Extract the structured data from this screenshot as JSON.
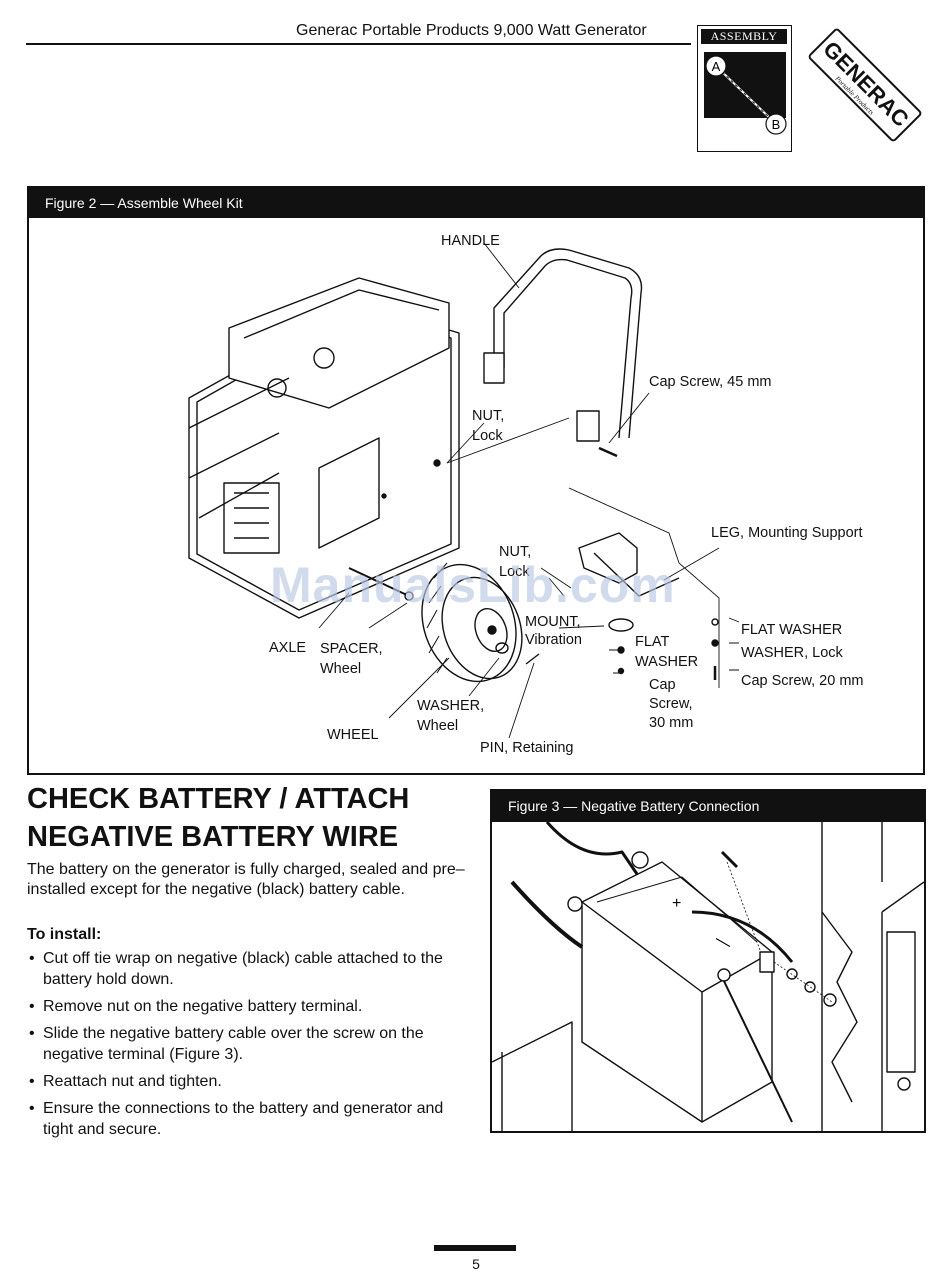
{
  "header": {
    "title": "Generac Portable Products 9,000 Watt Generator",
    "assembly_label": "ASSEMBLY",
    "assembly_a": "A",
    "assembly_b": "B",
    "logo_text": "GENERAC",
    "logo_subtext": "Portable Products"
  },
  "figure2": {
    "caption": "Figure 2 — Assemble Wheel Kit",
    "labels": {
      "handle": "HANDLE",
      "cap_screw_45": "Cap Screw, 45 mm",
      "nut_lock_1a": "NUT,",
      "nut_lock_1b": "Lock",
      "leg_mounting": "LEG, Mounting Support",
      "nut_lock_2a": "NUT,",
      "nut_lock_2b": "Lock",
      "mount_a": "MOUNT,",
      "mount_b": "Vibration",
      "flat_1": "FLAT",
      "washer_1": "WASHER",
      "cap_1": "Cap",
      "screw_1": "Screw,",
      "mm30": "30 mm",
      "flat_washer": "FLAT WASHER",
      "washer_lock": "WASHER, Lock",
      "cap_screw_20": "Cap Screw, 20 mm",
      "axle": "AXLE",
      "spacer_a": "SPACER,",
      "spacer_b": "Wheel",
      "washer_a": "WASHER,",
      "washer_b": "Wheel",
      "wheel": "WHEEL",
      "pin": "PIN, Retaining"
    }
  },
  "watermark": "ManualsLib.com",
  "section": {
    "heading_line1": "CHECK BATTERY / ATTACH",
    "heading_line2": "NEGATIVE BATTERY WIRE",
    "intro": "The battery on the generator is fully charged, sealed and pre–installed except for the negative (black) battery cable.",
    "to_install": "To install:",
    "steps": [
      "Cut off tie wrap on negative (black) cable attached to the battery hold down.",
      "Remove nut on the negative battery terminal.",
      "Slide the negative battery cable over the screw on the negative terminal (Figure 3).",
      "Reattach nut and tighten.",
      "Ensure the connections to the battery and generator and tight and secure."
    ]
  },
  "figure3": {
    "caption": "Figure 3 — Negative Battery Connection",
    "plus": "+",
    "minus": "—"
  },
  "page_number": "5"
}
